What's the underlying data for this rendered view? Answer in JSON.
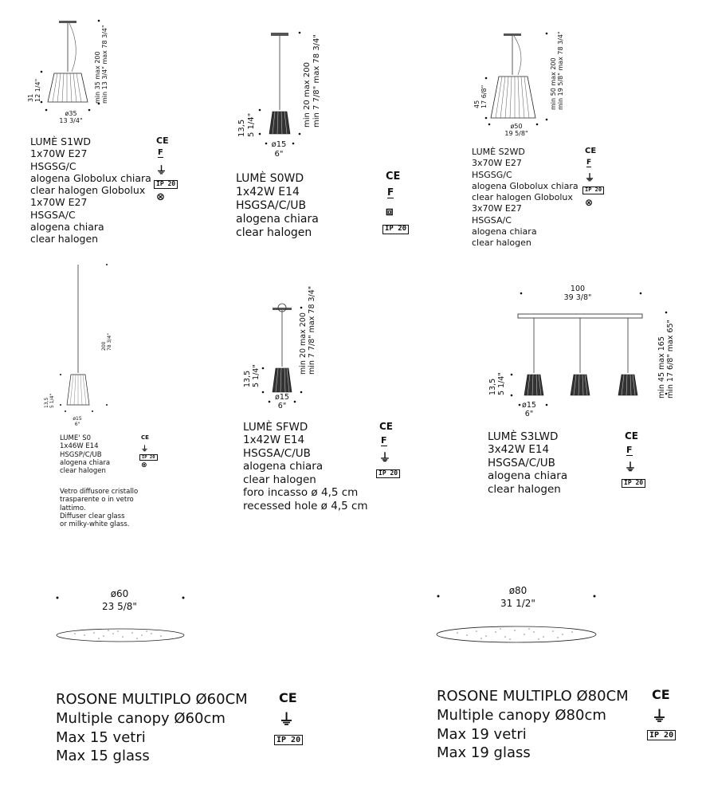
{
  "products": {
    "s1wd": {
      "lines": [
        "LUMÈ S1WD",
        "1x70W E27",
        "HSGSG/C",
        "alogena Globolux chiara",
        "clear halogen Globolux",
        "1x70W E27",
        "HSGSA/C",
        "alogena chiara",
        "clear halogen"
      ],
      "dims": {
        "height": "31\n12 1/4\"",
        "diam": "ø35\n13 3/4\"",
        "cable": "min 35  max 200\nmin 13 3/4\"  max 78 3/4\""
      }
    },
    "s0wd": {
      "lines": [
        "LUMÈ S0WD",
        "1x42W E14",
        "HSGSA/C/UB",
        "alogena chiara",
        "clear halogen"
      ],
      "dims": {
        "height": "13,5\n5 1/4\"",
        "diam": "ø15\n6\"",
        "cable": "min 20  max 200\nmin 7 7/8\"  max 78 3/4\""
      }
    },
    "s2wd": {
      "lines": [
        "LUMÈ S2WD",
        "3x70W E27",
        "HSGSG/C",
        "alogena Globolux chiara",
        "clear halogen Globolux",
        "3x70W E27",
        "HSGSA/C",
        "alogena chiara",
        "clear halogen"
      ],
      "dims": {
        "height": "45\n17 6/8\"",
        "diam": "ø50\n19 5/8\"",
        "cable": "min 50  max 200\nmin 19 5/8\"  max 78 3/4\""
      }
    },
    "s0": {
      "lines": [
        "LUME' S0",
        "1x46W E14",
        "HSGSP/C/UB",
        "alogena chiara",
        "clear halogen"
      ],
      "note": [
        "Vetro diffusore cristallo",
        "trasparente o in vetro",
        "lattimo.",
        "Diffuser clear glass",
        "or milky-white glass."
      ],
      "dims": {
        "height": "13,5\n5 1/4\"",
        "diam": "ø15\n6\"",
        "cable": "200\n78 3/4\""
      }
    },
    "sfwd": {
      "lines": [
        "LUMÈ SFWD",
        "1x42W E14",
        "HSGSA/C/UB",
        "alogena chiara",
        "clear halogen",
        "foro incasso ø 4,5 cm",
        "recessed hole ø 4,5 cm"
      ],
      "dims": {
        "height": "13,5\n5 1/4\"",
        "diam": "ø15\n6\"",
        "cable": "min 20  max 200\nmin 7 7/8\"  max 78 3/4\""
      }
    },
    "s3lwd": {
      "lines": [
        "LUMÈ S3LWD",
        "3x42W E14",
        "HSGSA/C/UB",
        "alogena chiara",
        "clear halogen"
      ],
      "dims": {
        "width": "100\n39 3/8\"",
        "height": "13,5\n5 1/4\"",
        "diam": "ø15\n6\"",
        "cable": "min 45  max 165\nmin 17 6/8\"  max 65\""
      }
    },
    "rosone60": {
      "lines": [
        "ROSONE MULTIPLO Ø60CM",
        "Multiple canopy Ø60cm",
        "Max 15 vetri",
        "Max 15 glass"
      ],
      "dims": {
        "diam": "ø60\n23 5/8\""
      }
    },
    "rosone80": {
      "lines": [
        "ROSONE MULTIPLO Ø80CM",
        "Multiple canopy Ø80cm",
        "Max 19 vetri",
        "Max 19 glass"
      ],
      "dims": {
        "diam": "ø80\n31 1/2\""
      }
    }
  },
  "symbols": {
    "ce": "CE",
    "f_mark": "F",
    "ground": "⏚",
    "class2": "⧈",
    "ip": "IP 20",
    "eye": "⊗"
  }
}
